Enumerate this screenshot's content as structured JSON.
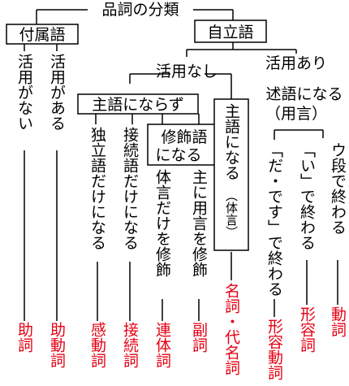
{
  "title": "品詞の分類",
  "colors": {
    "text": "#000000",
    "part_of_speech": "#e60012",
    "line": "#000000"
  },
  "nodes": {
    "fuzokugo": "付属語",
    "jiritsugo": "自立語",
    "katsuyou_nashi_top": "活用なし",
    "katsuyou_ari_top": "活用あり",
    "jutsugo": "述語になる",
    "yougen": "（用言）",
    "shugo_narazu": "主語にならず",
    "shushoku_1": "修飾語",
    "shushoku_2": "になる",
    "shugo_naru": "主語になる",
    "taigen": "（体言）"
  },
  "conditions": {
    "fuzokugo_nashi": "活用がない",
    "fuzokugo_ari": "活用がある",
    "dokuritsu": "独立語だけになる",
    "setsuzoku": "接続語だけになる",
    "taigen_shushoku": "体言だけを修飾",
    "yougen_shushoku": "主に用言を修飾",
    "da_desu": "「だ・です」で終わる",
    "i": "「い」で終わる",
    "udan": "ウ段で終わる"
  },
  "parts_of_speech": {
    "joshi": "助詞",
    "jodoushi": "助動詞",
    "kandoushi": "感動詞",
    "setsuzokushi": "接続詞",
    "rentaishi": "連体詞",
    "fukushi": "副詞",
    "meishi": "名詞・代名詞",
    "keiyoudoushi": "形容動詞",
    "keiyoushi": "形容詞",
    "doushi": "動詞"
  }
}
